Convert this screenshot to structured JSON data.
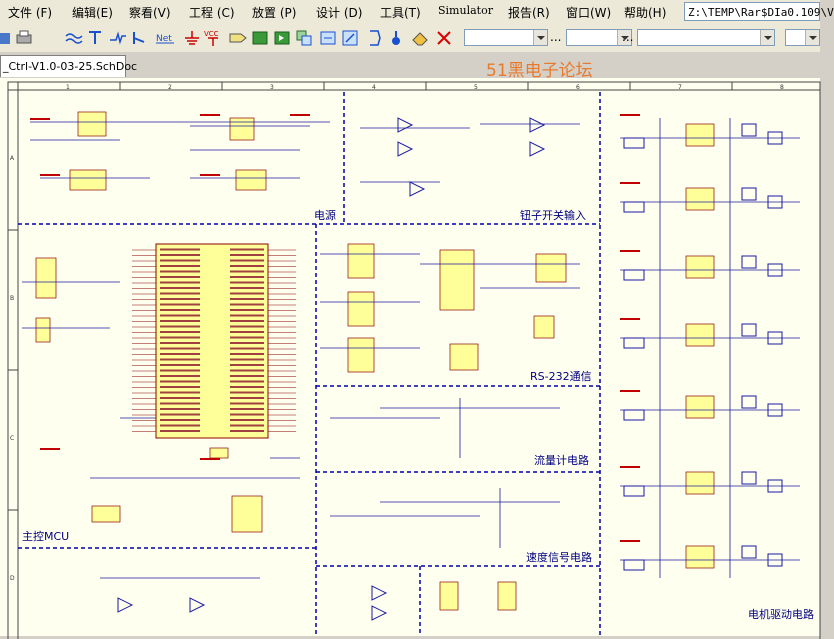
{
  "menu": {
    "file": "文件 (F)",
    "edit": "编辑(E)",
    "view": "察看(V)",
    "project": "工程 (C)",
    "place": "放置 (P)",
    "design": "设计 (D)",
    "tools": "工具(T)",
    "simulator": "Simulator",
    "reports": "报告(R)",
    "window": "窗口(W)",
    "help": "帮助(H)"
  },
  "path_box": "Z:\\TEMP\\Rar$DIa0.109\\V",
  "toolbar": {
    "net_label": "Net",
    "vcc_label": "VCC",
    "ellipsis": "..."
  },
  "document_tab": "_Ctrl-V1.0-03-25.SchDoc",
  "watermark": "51黑电子论坛",
  "schematic": {
    "regions": {
      "power": "电源",
      "button_input": "钮子开关输入",
      "rs232": "RS-232通信",
      "flow_meter": "流量计电路",
      "speed_signal": "速度信号电路",
      "main_mcu": "主控MCU",
      "motor_drive": "电机驱动电路"
    },
    "ruler_numbers": [
      "1",
      "2",
      "3",
      "4",
      "5",
      "6",
      "7",
      "8"
    ],
    "ruler_letters": [
      "A",
      "B",
      "C",
      "D"
    ]
  },
  "colors": {
    "menubar": "#ece9d8",
    "canvas": "#fffff0",
    "component_fill": "#ffff99",
    "dashed_border": "#0000aa",
    "label_text": "#000080",
    "watermark": "#e87a2e"
  }
}
